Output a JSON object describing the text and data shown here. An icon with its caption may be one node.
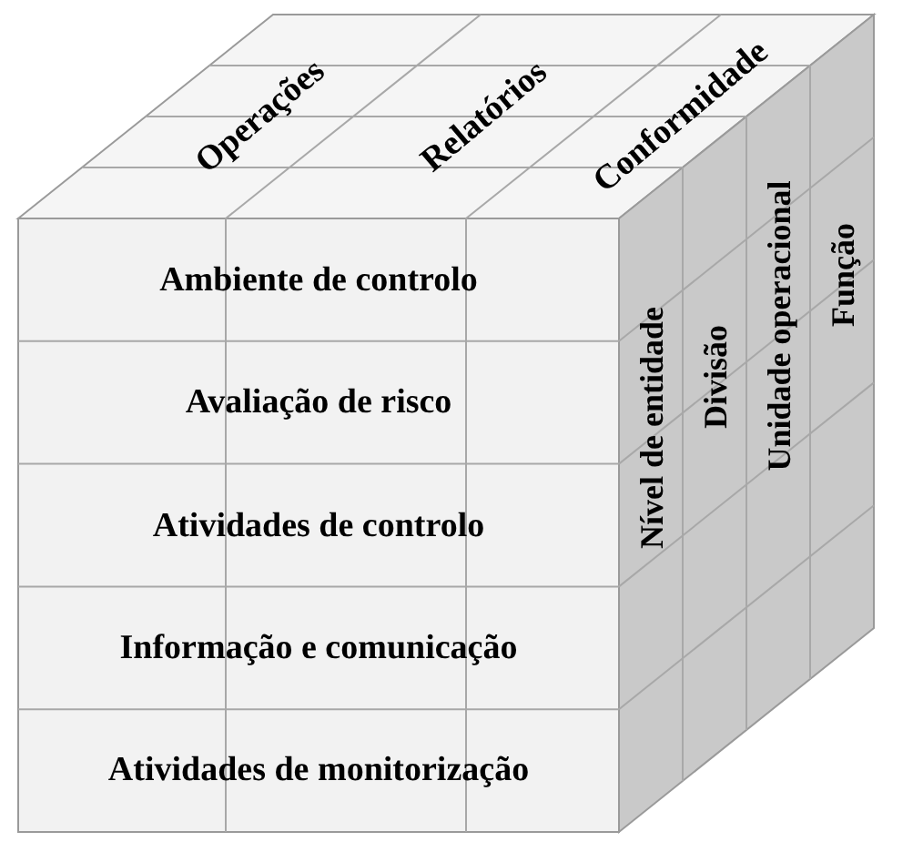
{
  "diagram": {
    "labels": [
      "Operações",
      "Relatórios",
      "Conformidade",
      "Ambiente de controlo",
      "Avaliação de risco",
      "Atividades de controlo",
      "Informação e comunicação",
      "Atividades de monitorização",
      "Nível de entidade",
      "Divisão",
      "Unidade operacional",
      "Função"
    ]
  }
}
